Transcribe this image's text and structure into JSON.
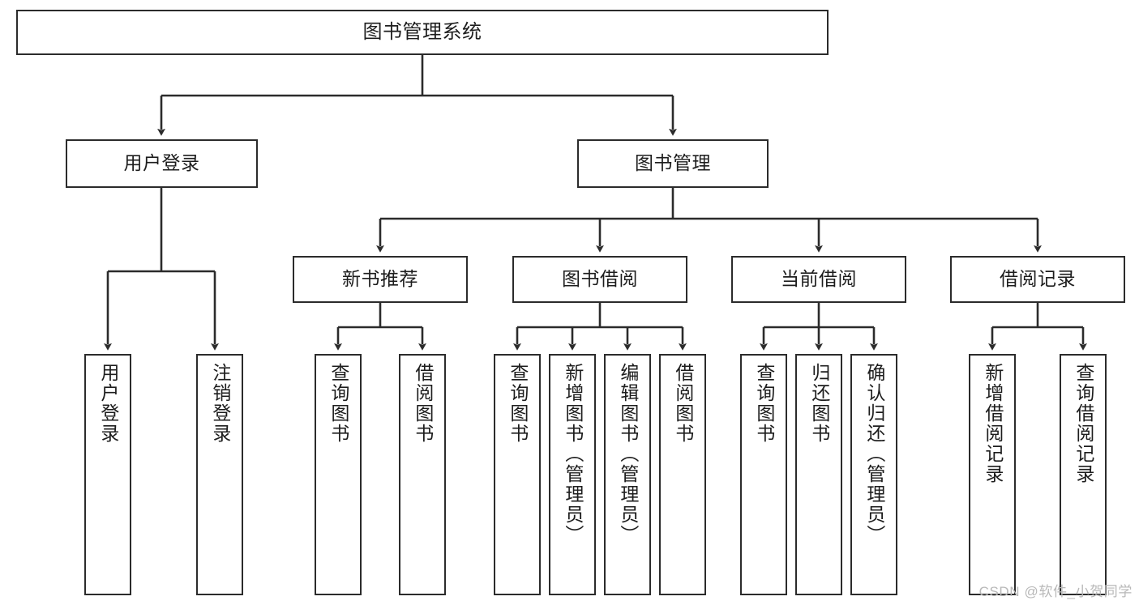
{
  "diagram": {
    "title": "图书管理系统",
    "watermark": "CSDN @软件_小贺同学",
    "line_color": "#2b2b2b",
    "box_fill": "#ffffff",
    "text_color": "#1d1d1d"
  },
  "root": {
    "label": "图书管理系统"
  },
  "level2": [
    {
      "label": "用户登录"
    },
    {
      "label": "图书管理"
    }
  ],
  "level3": [
    {
      "label": "新书推荐"
    },
    {
      "label": "图书借阅"
    },
    {
      "label": "当前借阅"
    },
    {
      "label": "借阅记录"
    }
  ],
  "leaves": {
    "user_login": [
      {
        "label": "用户登录"
      },
      {
        "label": "注销登录"
      }
    ],
    "new_book_recommend": [
      {
        "label": "查询图书"
      },
      {
        "label": "借阅图书"
      }
    ],
    "book_borrow": [
      {
        "label": "查询图书"
      },
      {
        "label": "新增图书（管理员）"
      },
      {
        "label": "编辑图书（管理员）"
      },
      {
        "label": "借阅图书"
      }
    ],
    "current_borrow": [
      {
        "label": "查询图书"
      },
      {
        "label": "归还图书"
      },
      {
        "label": "确认归还（管理员）"
      }
    ],
    "borrow_record": [
      {
        "label": "新增借阅记录"
      },
      {
        "label": "查询借阅记录"
      }
    ]
  }
}
